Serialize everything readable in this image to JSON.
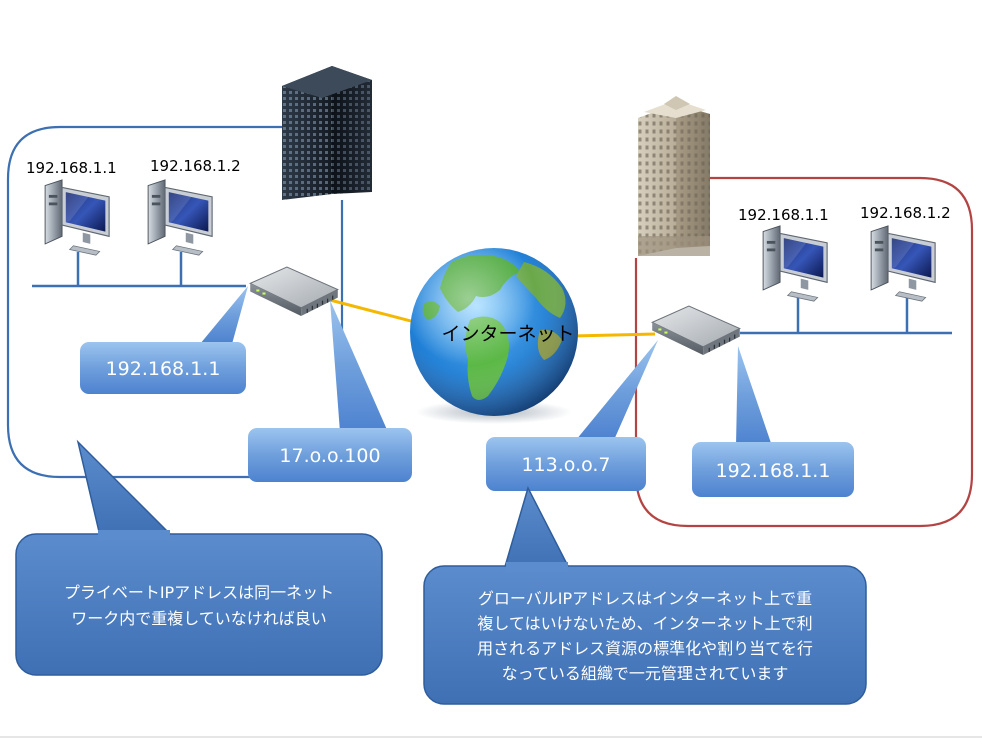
{
  "left_network": {
    "pc1_ip": "192.168.1.1",
    "pc2_ip": "192.168.1.2",
    "router_private_ip": "192.168.1.1",
    "router_global_ip": "17.o.o.100"
  },
  "right_network": {
    "pc1_ip": "192.168.1.1",
    "pc2_ip": "192.168.1.2",
    "router_private_ip": "192.168.1.1",
    "router_global_ip": "113.o.o.7"
  },
  "internet_label": "インターネット",
  "callouts": {
    "private_line1": "プライベートIPアドレスは同一ネット",
    "private_line2": "ワーク内で重複していなければ良い",
    "global_line1": "グローバルIPアドレスはインターネット上で重",
    "global_line2": "複してはいけないため、インターネット上で利",
    "global_line3": "用されるアドレス資源の標準化や割り当てを行",
    "global_line4": "なっている組織で一元管理されています"
  },
  "colors": {
    "left_frame": "#3d70b2",
    "right_frame": "#b44444",
    "callout_blue": "#4a7bbf",
    "link_orange": "#f5b800"
  }
}
